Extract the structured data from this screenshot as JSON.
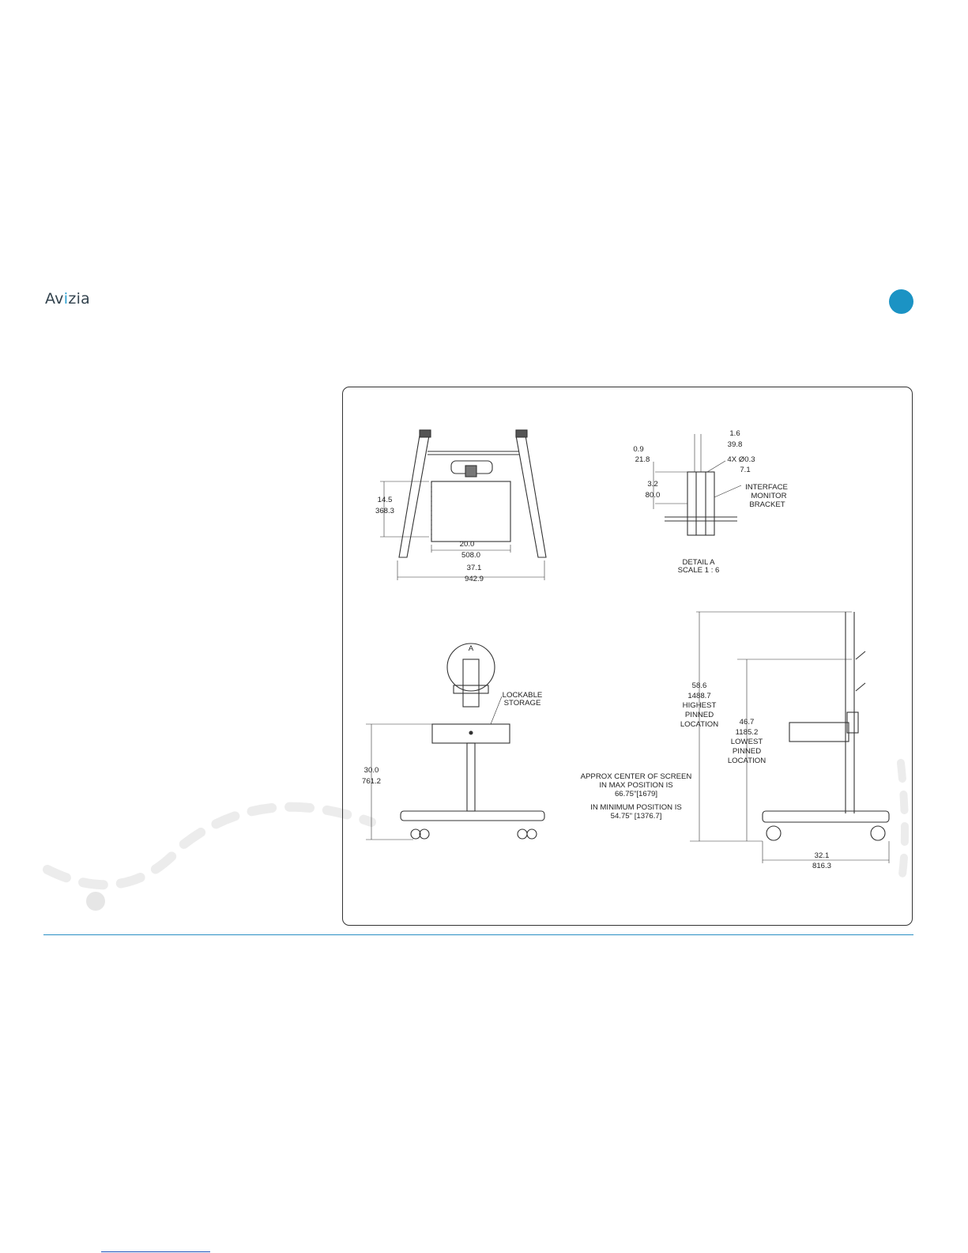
{
  "brand": {
    "logo_text_pre": "Av",
    "logo_text_i": "i",
    "logo_text_post": "zia",
    "accent_color": "#1b93c4"
  },
  "drawing": {
    "top_left": {
      "height_in": "14.5",
      "height_mm": "368.3",
      "inner_width_in": "20.0",
      "inner_width_mm": "508.0",
      "outer_width_in": "37.1",
      "outer_width_mm": "942.9"
    },
    "detail": {
      "d1_in": "1.6",
      "d1_mm": "39.8",
      "d2_in": "0.9",
      "d2_mm": "21.8",
      "hole_in": "4X Ø0.3",
      "hole_mm": "7.1",
      "d3_in": "3.2",
      "d3_mm": "80.0",
      "bracket_line1": "INTERFACE",
      "bracket_line2": "MONITOR",
      "bracket_line3": "BRACKET",
      "title_line1": "DETAIL A",
      "title_line2": "SCALE 1 : 6",
      "callout": "A"
    },
    "front": {
      "storage_line1": "LOCKABLE",
      "storage_line2": "STORAGE",
      "height_in": "30.0",
      "height_mm": "761.2"
    },
    "side": {
      "high_in": "58.6",
      "high_mm": "1488.7",
      "high_line1": "HIGHEST",
      "high_line2": "PINNED",
      "high_line3": "LOCATION",
      "low_in": "46.7",
      "low_mm": "1185.2",
      "low_line1": "LOWEST",
      "low_line2": "PINNED",
      "low_line3": "LOCATION",
      "depth_in": "32.1",
      "depth_mm": "816.3"
    },
    "note": {
      "line1": "APPROX CENTER OF SCREEN",
      "line2": "IN MAX POSITION IS",
      "line3": "66.75\"[1679]",
      "line4": "IN MINIMUM POSITION IS",
      "line5": "54.75\" [1376.7]"
    }
  }
}
